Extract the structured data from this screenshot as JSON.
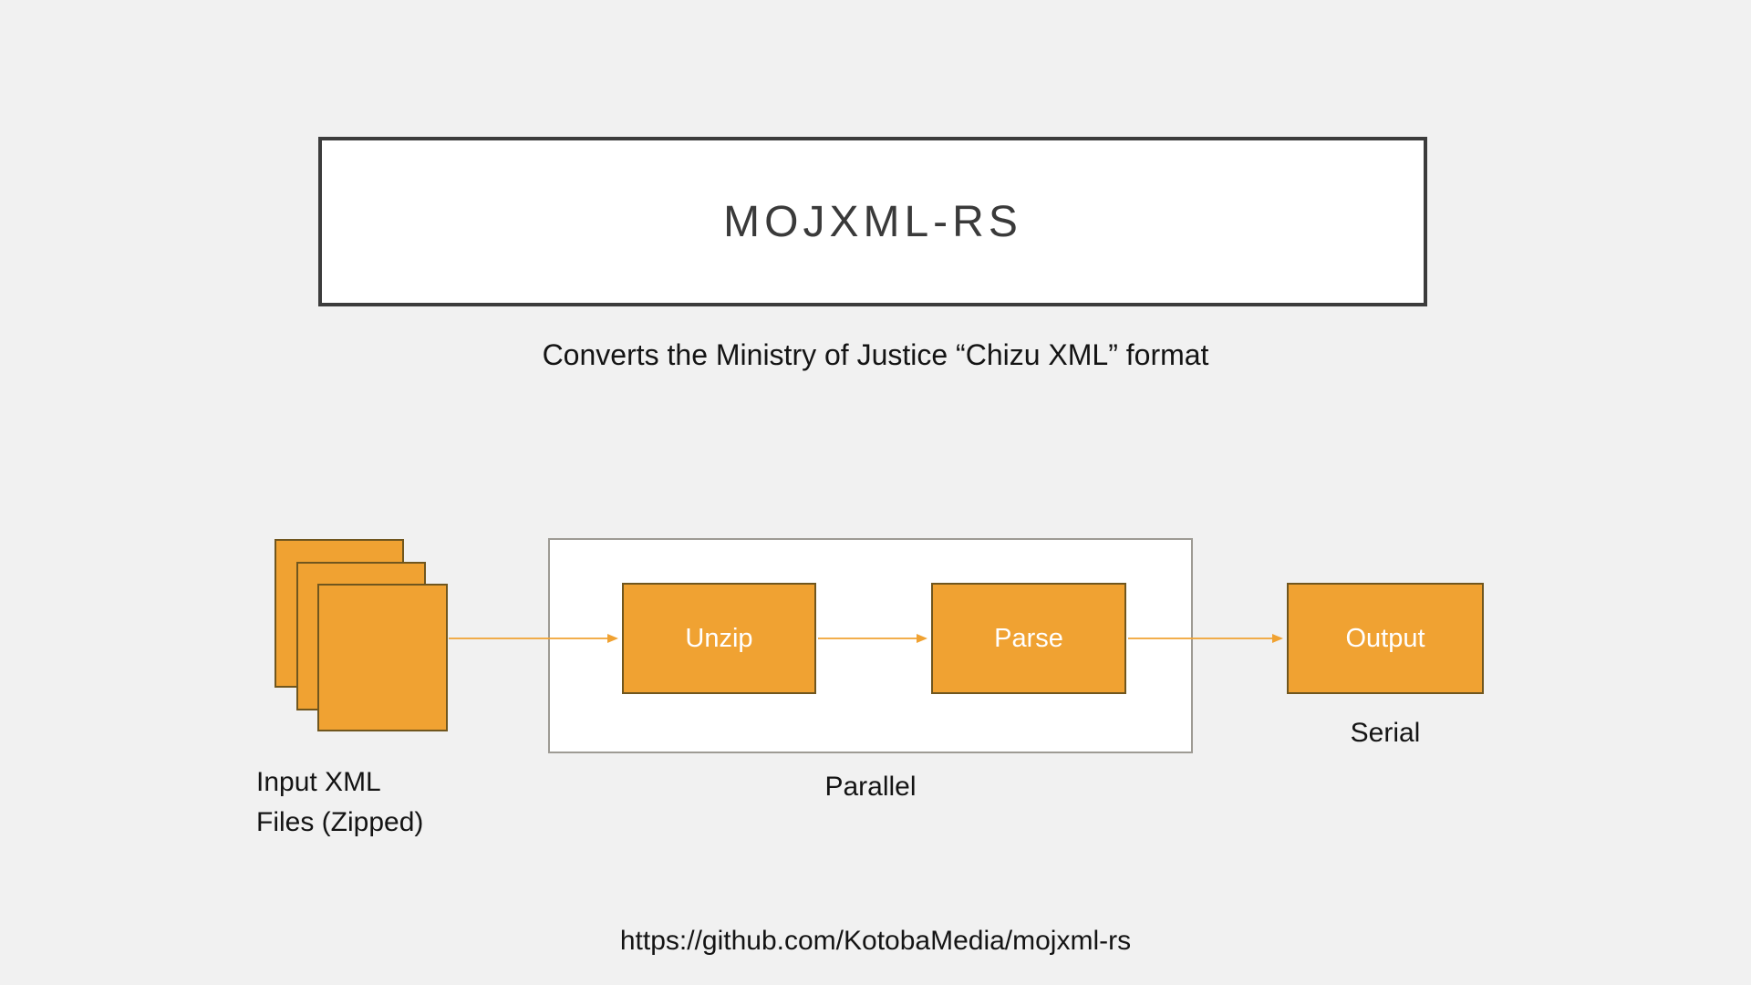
{
  "colors": {
    "background": "#F1F1F1",
    "accent_orange": "#F0A232",
    "orange_border": "#70561E",
    "title_border": "#3C3C3C",
    "title_text": "#3A3A3A",
    "container_border": "#9E9B94",
    "arrow": "#F0A232",
    "body_text": "#141414",
    "node_text": "#FFFFFF"
  },
  "header": {
    "title": "MOJXML-RS",
    "subtitle": "Converts the Ministry of Justice “Chizu XML” format"
  },
  "diagram": {
    "input": {
      "icon": "stacked-files-icon",
      "label_line1": "Input XML",
      "label_line2": "Files (Zipped)"
    },
    "parallel_group": {
      "label": "Parallel",
      "nodes": [
        {
          "label": "Unzip"
        },
        {
          "label": "Parse"
        }
      ]
    },
    "output": {
      "label": "Output",
      "mode_label": "Serial"
    }
  },
  "footer": {
    "url": "https://github.com/KotobaMedia/mojxml-rs"
  }
}
